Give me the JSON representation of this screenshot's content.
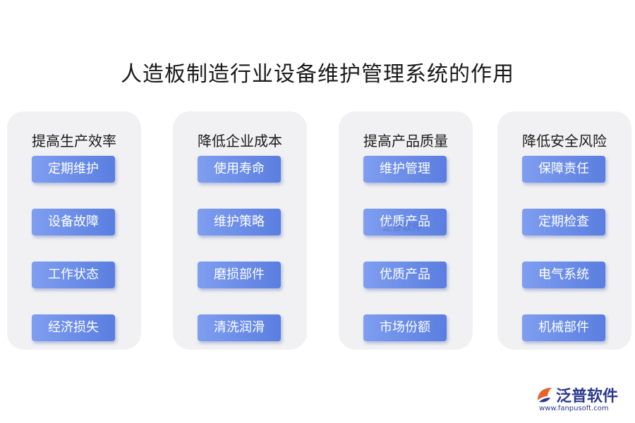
{
  "title": "人造板制造行业设备维护管理系统的作用",
  "columns": [
    {
      "title": "提高生产效率",
      "items": [
        "定期维护",
        "设备故障",
        "工作状态",
        "经济损失"
      ]
    },
    {
      "title": "降低企业成本",
      "items": [
        "使用寿命",
        "维护策略",
        "磨损部件",
        "清洗润滑"
      ]
    },
    {
      "title": "提高产品质量",
      "items": [
        "维护管理",
        "优质产品",
        "优质产品",
        "市场份额"
      ]
    },
    {
      "title": "降低安全风险",
      "items": [
        "保障责任",
        "定期检查",
        "电气系统",
        "机械部件"
      ]
    }
  ],
  "brand": {
    "name": "泛普软件",
    "url": "www.fanpusoft.com"
  },
  "watermark_text": "泛普软件",
  "colors": {
    "item_start": "#7f9ef0",
    "item_end": "#5a7ee0",
    "panel": "#f1f1f3",
    "brand": "#2b3a8c"
  }
}
